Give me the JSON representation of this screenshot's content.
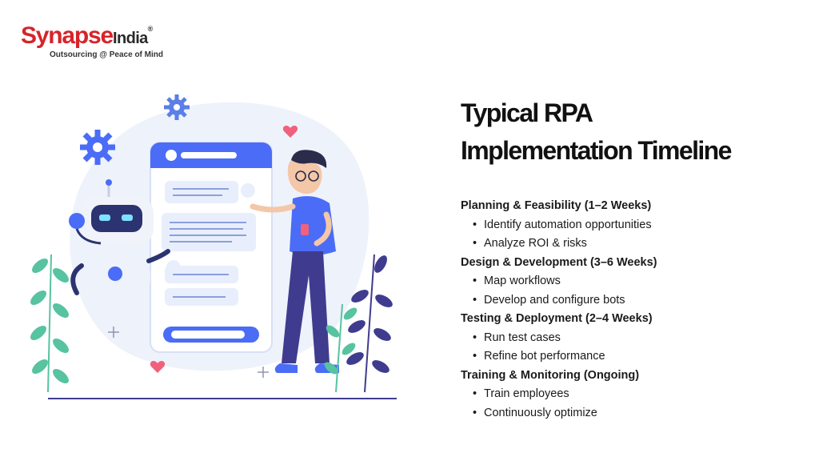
{
  "brand": {
    "name_main": "Synapse",
    "name_sub": "India",
    "registered_mark": "®",
    "tagline": "Outsourcing @ Peace of Mind"
  },
  "title": {
    "line1": "Typical RPA",
    "line2": "Implementation Timeline"
  },
  "phases": [
    {
      "title": "Planning & Feasibility (1–2 Weeks)",
      "items": [
        "Identify automation opportunities",
        "Analyze ROI & risks"
      ]
    },
    {
      "title": "Design & Development (3–6 Weeks)",
      "items": [
        "Map workflows",
        "Develop and configure bots"
      ]
    },
    {
      "title": "Testing & Deployment (2–4 Weeks)",
      "items": [
        "Run test cases",
        "Refine bot performance"
      ]
    },
    {
      "title": "Training & Monitoring (Ongoing)",
      "items": [
        "Train employees",
        "Continuously optimize"
      ]
    }
  ],
  "bullet_glyph": "•",
  "colors": {
    "brand_red": "#d8232a",
    "accent_blue": "#4a6cf7",
    "bubble_blue": "#e9eefc",
    "robot_navy": "#2b3470",
    "leaf_green": "#57c3a0",
    "leaf_purple": "#3f3c8f",
    "heart_pink": "#f0617c"
  },
  "illustration_icons": [
    "gear-icon",
    "heart-icon",
    "sparkle-icon",
    "robot",
    "phone-chat",
    "person",
    "leaf-plant"
  ]
}
